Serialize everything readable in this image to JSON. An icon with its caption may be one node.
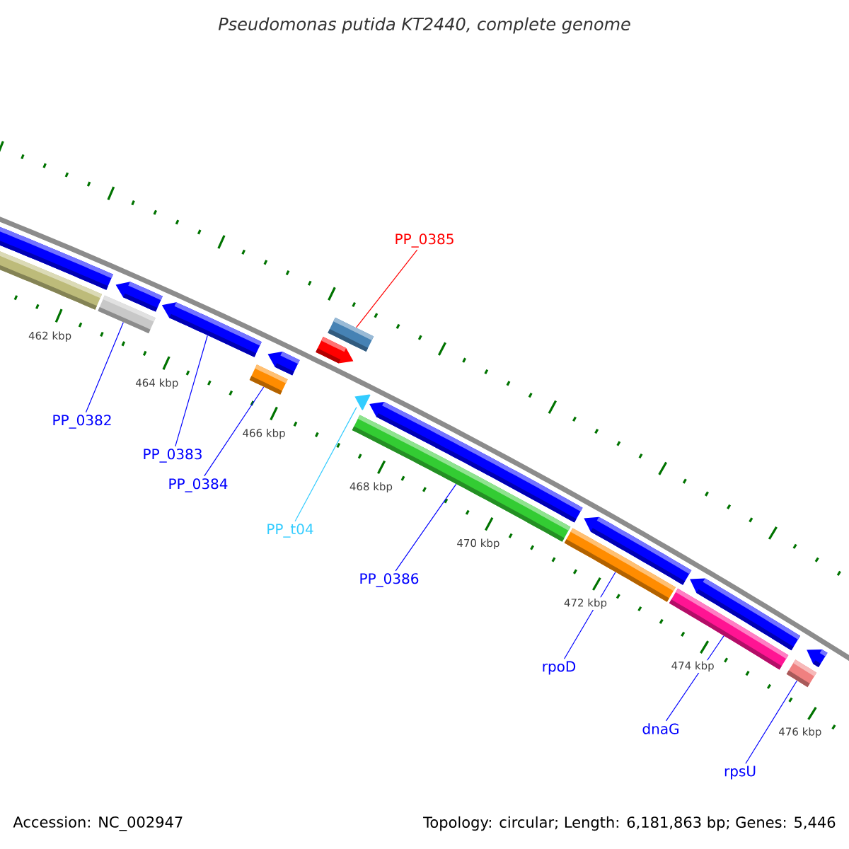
{
  "diagram": {
    "title": "Pseudomonas putida KT2440, complete genome",
    "nodes": [
      {
        "text": [],
        "shape": "bar"
      },
      {
        "text": [],
        "shape": "bar"
      },
      {
        "text": [],
        "shape": "bar"
      },
      {
        "text": [],
        "shape": "bar"
      },
      {
        "text": [],
        "shape": "bar"
      },
      {
        "text": [],
        "shape": "bar"
      },
      {
        "text": [],
        "shape": "bar"
      },
      {
        "text": [],
        "shape": "bar"
      },
      {
        "text": [],
        "shape": "bar"
      },
      {
        "text": [],
        "shape": "bar"
      },
      {
        "text": [],
        "shape": "bar"
      },
      {
        "text": [],
        "shape": "bar"
      },
      {
        "text": [],
        "shape": "bar"
      },
      {
        "text": [],
        "shape": "bar"
      },
      {
        "text": [],
        "shape": "bar"
      },
      {
        "text": [],
        "shape": "bar"
      },
      {
        "text": [],
        "shape": "bar"
      },
      {
        "text": [],
        "shape": "bar"
      },
      {
        "text": [
          "PP_0385"
        ]
      },
      {
        "text": [
          "PP_0382"
        ]
      },
      {
        "text": [
          "PP_0383"
        ]
      },
      {
        "text": [
          "PP_0384"
        ]
      },
      {
        "text": [
          "PP_t04"
        ]
      },
      {
        "text": [
          "PP_0386"
        ]
      },
      {
        "text": [
          "rpoD"
        ]
      },
      {
        "text": [
          "dnaG"
        ]
      },
      {
        "text": [
          "rpsU"
        ]
      }
    ],
    "edges": [
      {
        "from": 18,
        "to": 8,
        "arrow": "none",
        "color": "#ff0000"
      },
      {
        "from": 19,
        "to": 3,
        "arrow": "none"
      },
      {
        "from": 20,
        "to": 4,
        "arrow": "none"
      },
      {
        "from": 21,
        "to": 5,
        "arrow": "none"
      },
      {
        "from": 22,
        "to": 9,
        "arrow": "none",
        "color": "#33ccff"
      },
      {
        "from": 23,
        "to": 11,
        "arrow": "none"
      },
      {
        "from": 24,
        "to": 13,
        "arrow": "none"
      },
      {
        "from": 25,
        "to": 15,
        "arrow": "none"
      },
      {
        "from": 26,
        "to": 17,
        "arrow": "none"
      }
    ],
    "labels": [
      "462 kbp",
      "464 kbp",
      "466 kbp",
      "468 kbp",
      "470 kbp",
      "472 kbp",
      "474 kbp",
      "476 kbp",
      "Accession: NC_002947",
      "Topology: circular; Length: 6,181,863 bp; Genes: 5,446"
    ]
  }
}
